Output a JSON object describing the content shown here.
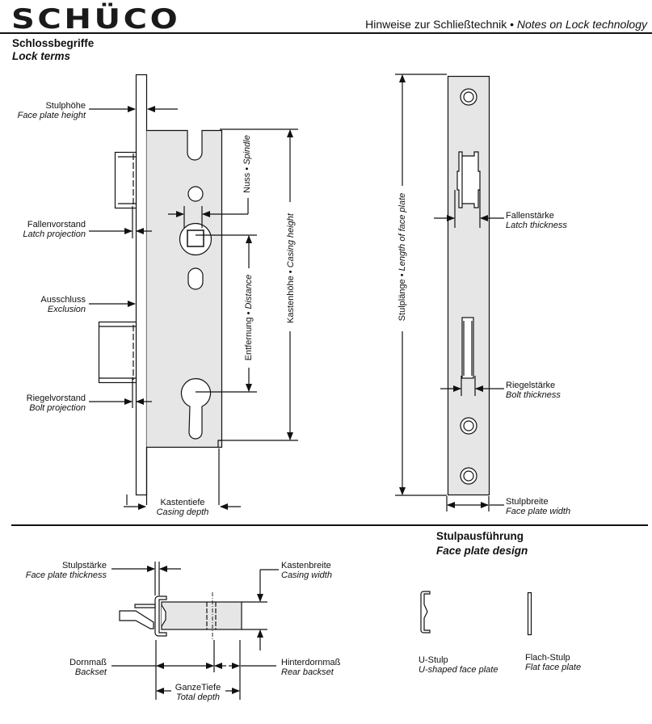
{
  "header": {
    "brand": "SCHÜCO",
    "note_de": "Hinweise zur Schließtechnik",
    "note_sep": " • ",
    "note_en": "Notes on Lock technology"
  },
  "section_lock_terms": {
    "title_de": "Schlossbegriffe",
    "title_en": "Lock terms"
  },
  "side_view_labels": {
    "face_plate_height": {
      "de": "Stulphöhe",
      "en": "Face plate height"
    },
    "latch_projection": {
      "de": "Fallenvorstand",
      "en": "Latch projection"
    },
    "exclusion": {
      "de": "Ausschluss",
      "en": "Exclusion"
    },
    "bolt_projection": {
      "de": "Riegelvorstand",
      "en": "Bolt projection"
    },
    "casing_depth": {
      "de": "Kastentiefe",
      "en": "Casing depth"
    },
    "spindle": {
      "de": "Nuss",
      "sep": " • ",
      "en": "Spindle"
    },
    "distance": {
      "de": "Entfernung",
      "sep": " • ",
      "en": "Distance"
    },
    "casing_height": {
      "de": "Kastenhöhe",
      "sep": " • ",
      "en": "Casing height"
    }
  },
  "front_view_labels": {
    "length_of_face_plate": {
      "de": "Stulplänge",
      "sep": " • ",
      "en": "Length of face plate"
    },
    "latch_thickness": {
      "de": "Fallenstärke",
      "en": "Latch thickness"
    },
    "bolt_thickness": {
      "de": "Riegelstärke",
      "en": "Bolt thickness"
    },
    "face_plate_width": {
      "de": "Stulpbreite",
      "en": "Face plate width"
    }
  },
  "top_view_labels": {
    "face_plate_thickness": {
      "de": "Stulpstärke",
      "en": "Face plate thickness"
    },
    "casing_width": {
      "de": "Kastenbreite",
      "en": "Casing width"
    },
    "backset": {
      "de": "Dornmaß",
      "en": "Backset"
    },
    "rear_backset": {
      "de": "Hinterdornmaß",
      "en": "Rear backset"
    },
    "total_depth": {
      "de": "GanzeTiefe",
      "en": "Total depth"
    }
  },
  "section_face_plate_design": {
    "title_de": "Stulpausführung",
    "title_en": "Face plate design",
    "u_shaped": {
      "de": "U-Stulp",
      "en": "U-shaped face plate"
    },
    "flat": {
      "de": "Flach-Stulp",
      "en": "Flat face plate"
    }
  },
  "colors": {
    "casing_fill": "#e6e6e6",
    "line": "#111111"
  }
}
